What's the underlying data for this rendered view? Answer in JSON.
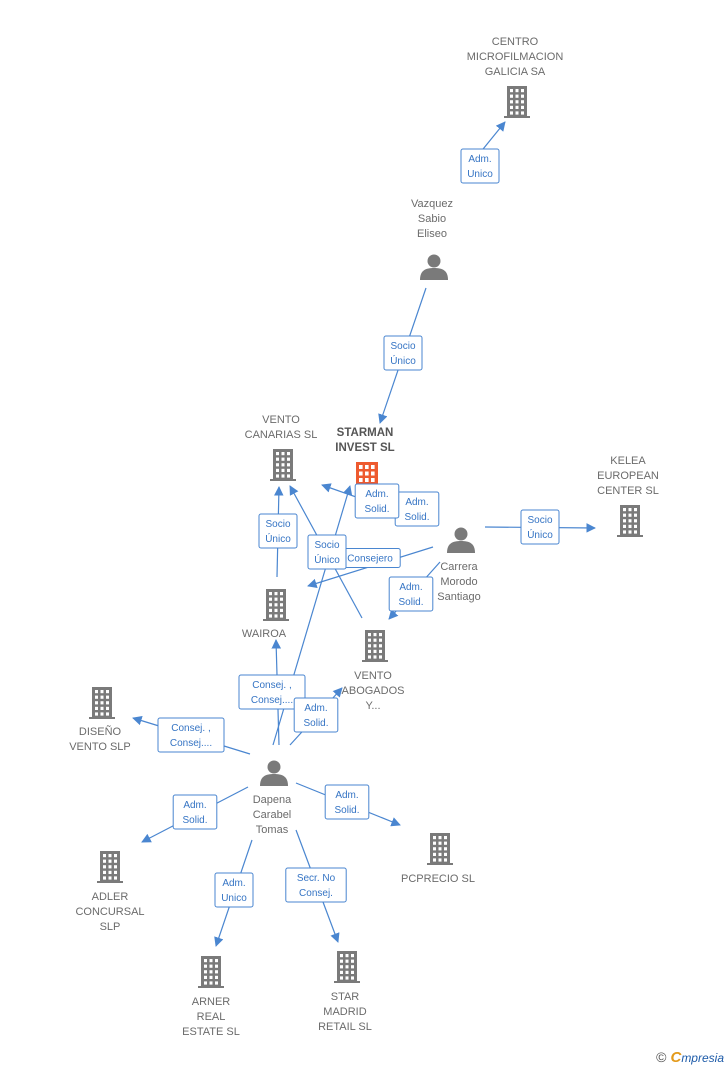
{
  "colors": {
    "edge": "#4a86d0",
    "company": "#7a7a7a",
    "main_company": "#ee5a2f",
    "person": "#7a7a7a",
    "label": "#6b6b6b"
  },
  "nodes": [
    {
      "id": "centro",
      "type": "company",
      "lines": [
        "CENTRO",
        "MICROFILMACION",
        "GALICIA SA"
      ]
    },
    {
      "id": "vazquez",
      "type": "person",
      "lines": [
        "Vazquez",
        "Sabio",
        "Eliseo"
      ]
    },
    {
      "id": "starman",
      "type": "company",
      "main": true,
      "lines": [
        "STARMAN",
        "INVEST  SL"
      ]
    },
    {
      "id": "vento_canarias",
      "type": "company",
      "lines": [
        "VENTO",
        "CANARIAS  SL"
      ]
    },
    {
      "id": "kelea",
      "type": "company",
      "lines": [
        "KELEA",
        "EUROPEAN",
        "CENTER  SL"
      ]
    },
    {
      "id": "carrera",
      "type": "person",
      "lines": [
        "Carrera",
        "Morodo",
        "Santiago"
      ]
    },
    {
      "id": "wairoa",
      "type": "company",
      "lines": [
        "WAIROA"
      ]
    },
    {
      "id": "vento_abogados",
      "type": "company",
      "lines": [
        "VENTO",
        "ABOGADOS",
        "Y..."
      ]
    },
    {
      "id": "diseno",
      "type": "company",
      "lines": [
        "DISEÑO",
        "VENTO  SLP"
      ]
    },
    {
      "id": "dapena",
      "type": "person",
      "lines": [
        "Dapena",
        "Carabel",
        "Tomas"
      ]
    },
    {
      "id": "adler",
      "type": "company",
      "lines": [
        "ADLER",
        "CONCURSAL",
        "SLP"
      ]
    },
    {
      "id": "pcprecio",
      "type": "company",
      "lines": [
        "PCPRECIO  SL"
      ]
    },
    {
      "id": "arner",
      "type": "company",
      "lines": [
        "ARNER",
        "REAL",
        "ESTATE  SL"
      ]
    },
    {
      "id": "star_madrid",
      "type": "company",
      "lines": [
        "STAR",
        "MADRID",
        "RETAIL  SL"
      ]
    }
  ],
  "edges": [
    {
      "from": "vazquez",
      "to": "centro",
      "label": [
        "Adm.",
        "Unico"
      ]
    },
    {
      "from": "vazquez",
      "to": "starman",
      "label": [
        "Socio",
        "Único"
      ]
    },
    {
      "from": "carrera",
      "to": "kelea",
      "label": [
        "Socio",
        "Único"
      ]
    },
    {
      "from": "carrera",
      "to": "starman",
      "label": [
        "Adm.",
        "Solid."
      ]
    },
    {
      "from": "carrera",
      "to": "wairoa",
      "label": [
        "Consejero"
      ]
    },
    {
      "from": "carrera",
      "to": "vento_abogados",
      "label": [
        "Adm.",
        "Solid."
      ]
    },
    {
      "from": "vento_abogados",
      "to": "vento_canarias",
      "label": [
        "Socio",
        "Único"
      ]
    },
    {
      "from": "wairoa",
      "to": "vento_canarias",
      "label": [
        "Socio",
        "Único"
      ]
    },
    {
      "from": "dapena",
      "to": "starman",
      "label": [
        "Adm.",
        "Solid."
      ]
    },
    {
      "from": "dapena",
      "to": "wairoa",
      "label": [
        "Consej. ,",
        "Consej...."
      ]
    },
    {
      "from": "dapena",
      "to": "vento_abogados",
      "label": [
        "Adm.",
        "Solid."
      ]
    },
    {
      "from": "dapena",
      "to": "diseno",
      "label": [
        "Consej. ,",
        "Consej...."
      ]
    },
    {
      "from": "dapena",
      "to": "adler",
      "label": [
        "Adm.",
        "Solid."
      ]
    },
    {
      "from": "dapena",
      "to": "pcprecio",
      "label": [
        "Adm.",
        "Solid."
      ]
    },
    {
      "from": "dapena",
      "to": "arner",
      "label": [
        "Adm.",
        "Unico"
      ]
    },
    {
      "from": "dapena",
      "to": "star_madrid",
      "label": [
        "Secr.  No",
        "Consej."
      ]
    }
  ],
  "footer": {
    "copyright": "©",
    "brand_initial": "C",
    "brand_rest": "mpresia"
  }
}
